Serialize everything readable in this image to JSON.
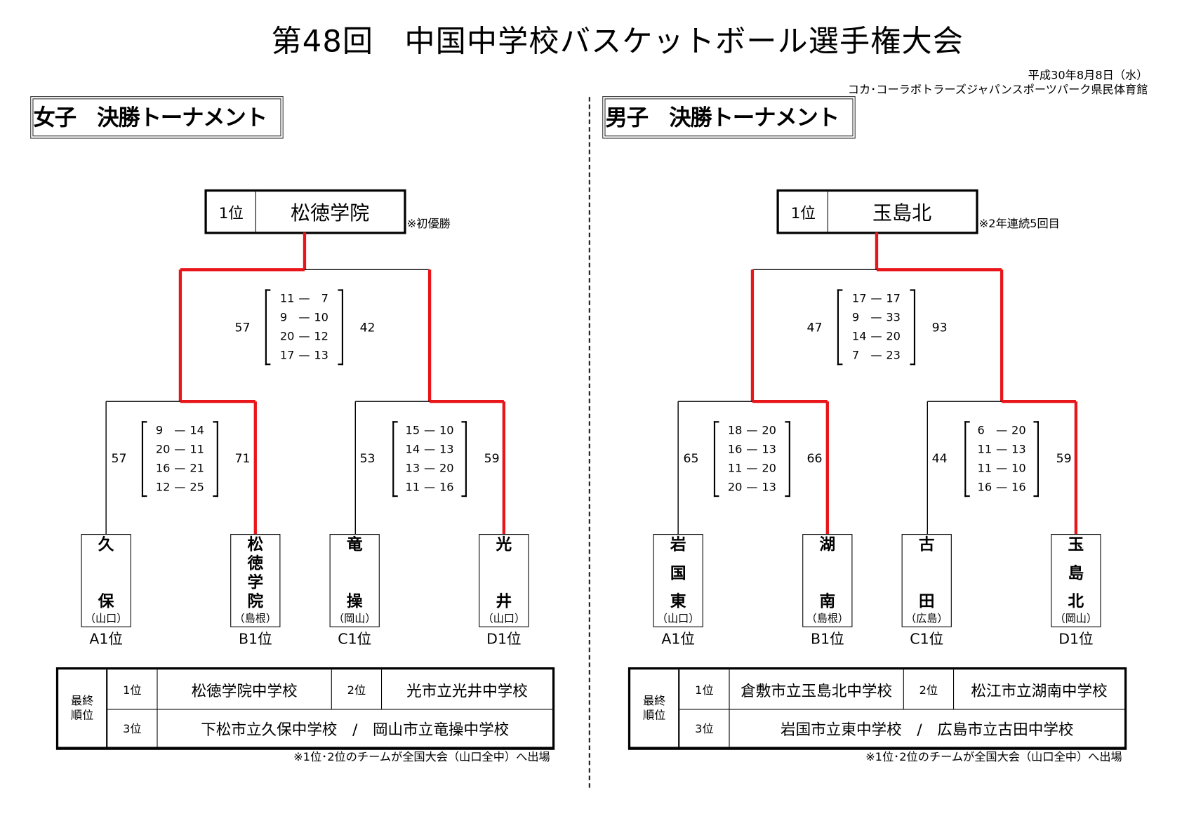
{
  "header": {
    "title": "第48回　中国中学校バスケットボール選手権大会",
    "date": "平成30年8月8日（水）",
    "venue": "コカ･コーラボトラーズジャパンスポーツパーク県民体育館"
  },
  "colors": {
    "winner_line": "#e8161b",
    "line": "#000000"
  },
  "women": {
    "section_title": "女子　決勝トーナメント",
    "champion": {
      "rank": "1位",
      "name": "松徳学院",
      "note": "※初優勝"
    },
    "final": {
      "left_score": "57",
      "right_score": "42",
      "winner": "left",
      "sets": [
        [
          "11",
          "7"
        ],
        [
          "9",
          "10"
        ],
        [
          "20",
          "12"
        ],
        [
          "17",
          "13"
        ]
      ]
    },
    "semis": [
      {
        "left_score": "57",
        "right_score": "71",
        "winner": "right",
        "sets": [
          [
            "9",
            "14"
          ],
          [
            "20",
            "11"
          ],
          [
            "16",
            "21"
          ],
          [
            "12",
            "25"
          ]
        ]
      },
      {
        "left_score": "53",
        "right_score": "59",
        "winner": "right",
        "sets": [
          [
            "15",
            "10"
          ],
          [
            "14",
            "13"
          ],
          [
            "13",
            "20"
          ],
          [
            "11",
            "16"
          ]
        ]
      }
    ],
    "teams": [
      {
        "chars": [
          "久",
          "保"
        ],
        "pref": "（山口）",
        "seed": "A1位"
      },
      {
        "chars": [
          "松",
          "徳",
          "学",
          "院"
        ],
        "pref": "（島根）",
        "seed": "B1位"
      },
      {
        "chars": [
          "竜",
          "操"
        ],
        "pref": "（岡山）",
        "seed": "C1位"
      },
      {
        "chars": [
          "光",
          "井"
        ],
        "pref": "（山口）",
        "seed": "D1位"
      }
    ],
    "standings": {
      "label": "最終\n順位",
      "first_label": "1位",
      "first": "松徳学院中学校",
      "second_label": "2位",
      "second": "光市立光井中学校",
      "third_label": "3位",
      "third": "下松市立久保中学校　/　岡山市立竜操中学校",
      "note": "※1位･2位のチームが全国大会（山口全中）へ出場"
    }
  },
  "men": {
    "section_title": "男子　決勝トーナメント",
    "champion": {
      "rank": "1位",
      "name": "玉島北",
      "note": "※2年連続5回目"
    },
    "final": {
      "left_score": "47",
      "right_score": "93",
      "winner": "right",
      "sets": [
        [
          "17",
          "17"
        ],
        [
          "9",
          "33"
        ],
        [
          "14",
          "20"
        ],
        [
          "7",
          "23"
        ]
      ]
    },
    "semis": [
      {
        "left_score": "65",
        "right_score": "66",
        "winner": "right",
        "sets": [
          [
            "18",
            "20"
          ],
          [
            "16",
            "13"
          ],
          [
            "11",
            "20"
          ],
          [
            "20",
            "13"
          ]
        ]
      },
      {
        "left_score": "44",
        "right_score": "59",
        "winner": "right",
        "sets": [
          [
            "6",
            "20"
          ],
          [
            "11",
            "13"
          ],
          [
            "11",
            "10"
          ],
          [
            "16",
            "16"
          ]
        ]
      }
    ],
    "teams": [
      {
        "chars": [
          "岩",
          "国",
          "東"
        ],
        "pref": "（山口）",
        "seed": "A1位"
      },
      {
        "chars": [
          "湖",
          "南"
        ],
        "pref": "（島根）",
        "seed": "B1位"
      },
      {
        "chars": [
          "古",
          "田"
        ],
        "pref": "（広島）",
        "seed": "C1位"
      },
      {
        "chars": [
          "玉",
          "島",
          "北"
        ],
        "pref": "（岡山）",
        "seed": "D1位"
      }
    ],
    "standings": {
      "label": "最終\n順位",
      "first_label": "1位",
      "first": "倉敷市立玉島北中学校",
      "second_label": "2位",
      "second": "松江市立湖南中学校",
      "third_label": "3位",
      "third": "岩国市立東中学校　/　広島市立古田中学校",
      "note": "※1位･2位のチームが全国大会（山口全中）へ出場"
    }
  }
}
